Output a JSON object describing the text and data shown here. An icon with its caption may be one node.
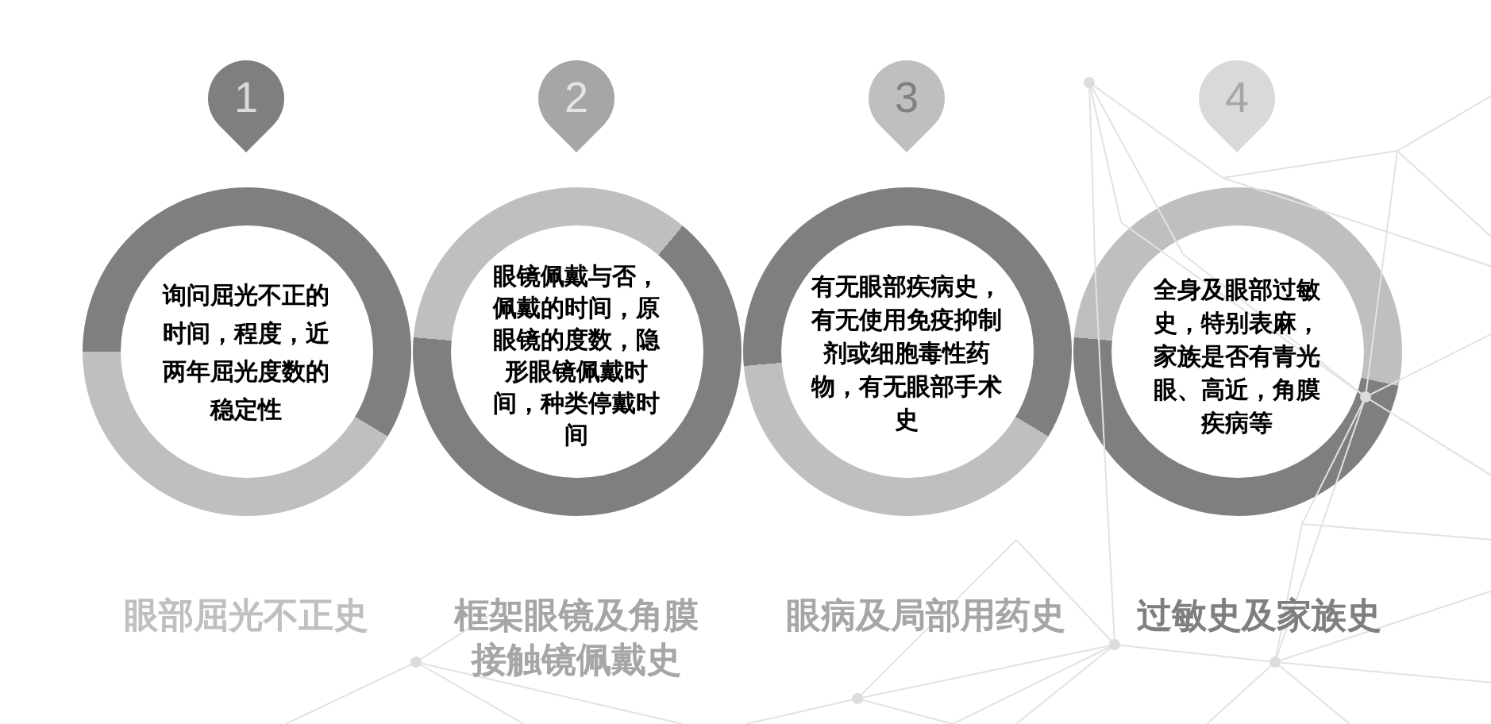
{
  "diagram": {
    "nodes": [
      {
        "text": [
          "1"
        ]
      },
      {
        "text": [
          "2"
        ]
      },
      {
        "text": [
          "3"
        ]
      },
      {
        "text": [
          "4"
        ]
      },
      {
        "text": [
          "询问屈光不正的时间，程度，近两年屈光度数的稳定性"
        ],
        "beside": [
          "眼部屈光不正史"
        ]
      },
      {
        "text": [
          "眼镜佩戴与否，佩戴的时间，原眼镜的度数，隐形眼镜佩戴时间，种类停戴时间"
        ],
        "beside": [
          "框架眼镜及角膜接触镜佩戴史"
        ]
      },
      {
        "text": [
          "有无眼部疾病史，有无使用免疫抑制剂或细胞毒性药物，有无眼部手术史"
        ],
        "beside": [
          "眼病及局部用药史"
        ]
      },
      {
        "text": [
          "全身及眼部过敏史，特别表麻，家族是否有青光眼、高近，角膜疾病等"
        ],
        "beside": [
          "过敏史及家族史"
        ]
      }
    ]
  }
}
